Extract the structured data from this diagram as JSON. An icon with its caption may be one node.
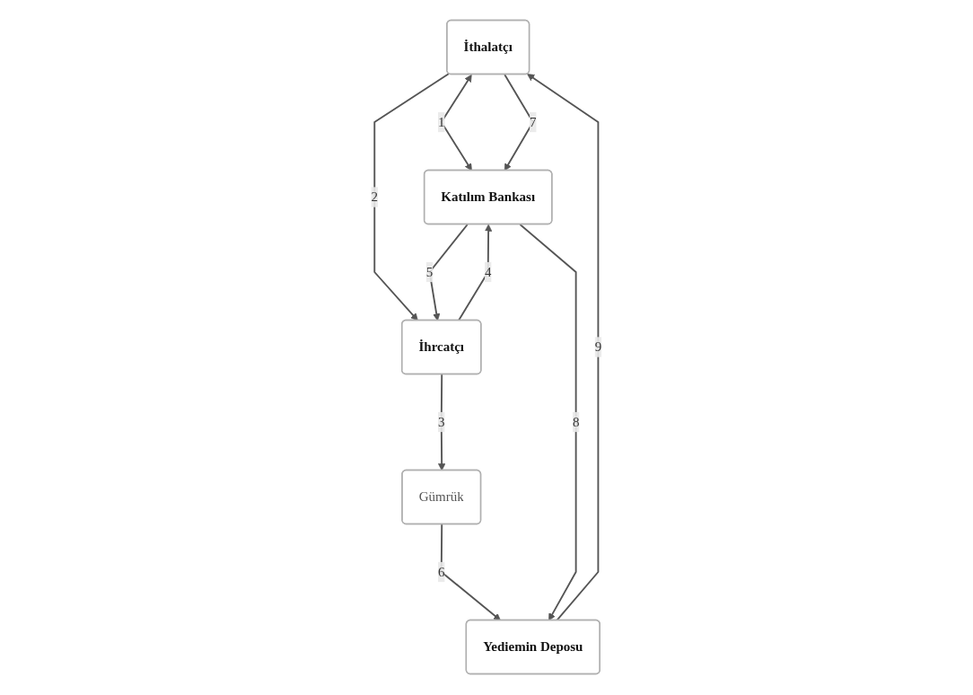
{
  "diagram": {
    "nodes": [
      {
        "text": [
          "İthalatçı"
        ]
      },
      {
        "text": [
          "Katılım Bankası"
        ]
      },
      {
        "text": [
          "Yediemin Deposu"
        ]
      },
      {
        "text": [
          "İhrcatçı"
        ]
      },
      {
        "text": [
          "Gümrük"
        ]
      }
    ],
    "edges": [
      {
        "from": 0,
        "to": 1,
        "arrow": "both",
        "label": "1"
      },
      {
        "from": 0,
        "to": 3,
        "arrow": "to",
        "label": "2"
      },
      {
        "from": 3,
        "to": 4,
        "arrow": "to",
        "label": "3"
      },
      {
        "from": 3,
        "to": 1,
        "arrow": "to",
        "label": "4"
      },
      {
        "from": 1,
        "to": 3,
        "arrow": "to",
        "label": "5"
      },
      {
        "from": 4,
        "to": 2,
        "arrow": "to",
        "label": "6"
      },
      {
        "from": 0,
        "to": 1,
        "arrow": "to",
        "label": "7"
      },
      {
        "from": 1,
        "to": 2,
        "arrow": "to",
        "label": "8"
      },
      {
        "from": 2,
        "to": 0,
        "arrow": "to",
        "label": "9"
      }
    ]
  }
}
